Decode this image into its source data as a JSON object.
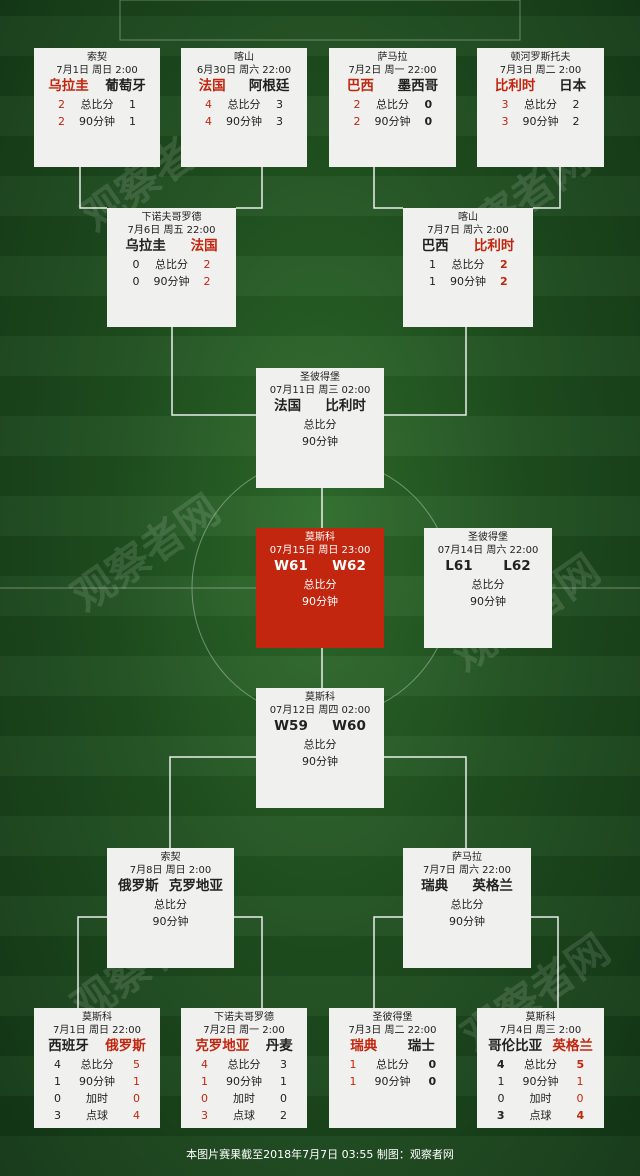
{
  "r16_top": [
    {
      "venue": "索契",
      "date": "7月1日 周日 2:00",
      "home": "乌拉圭",
      "away": "葡萄牙",
      "home_win": true,
      "away_win": false,
      "rows": [
        {
          "l": "2",
          "label": "总比分",
          "r": "1"
        },
        {
          "l": "2",
          "label": "90分钟",
          "r": "1"
        }
      ]
    },
    {
      "venue": "喀山",
      "date": "6月30日 周六 22:00",
      "home": "法国",
      "away": "阿根廷",
      "home_win": true,
      "away_win": false,
      "rows": [
        {
          "l": "4",
          "label": "总比分",
          "r": "3"
        },
        {
          "l": "4",
          "label": "90分钟",
          "r": "3"
        }
      ]
    },
    {
      "venue": "萨马拉",
      "date": "7月2日 周一 22:00",
      "home": "巴西",
      "away": "墨西哥",
      "home_win": true,
      "away_win": false,
      "rows": [
        {
          "l": "2",
          "label": "总比分",
          "r": "0"
        },
        {
          "l": "2",
          "label": "90分钟",
          "r": "0"
        }
      ]
    },
    {
      "venue": "顿河罗斯托夫",
      "date": "7月3日 周二 2:00",
      "home": "比利时",
      "away": "日本",
      "home_win": true,
      "away_win": false,
      "rows": [
        {
          "l": "3",
          "label": "总比分",
          "r": "2"
        },
        {
          "l": "3",
          "label": "90分钟",
          "r": "2"
        }
      ]
    }
  ],
  "qf_top": [
    {
      "venue": "下诺夫哥罗德",
      "date": "7月6日 周五 22:00",
      "home": "乌拉圭",
      "away": "法国",
      "home_win": false,
      "away_win": true,
      "rows": [
        {
          "l": "0",
          "label": "总比分",
          "r": "2"
        },
        {
          "l": "0",
          "label": "90分钟",
          "r": "2"
        }
      ]
    },
    {
      "venue": "喀山",
      "date": "7月7日 周六 2:00",
      "home": "巴西",
      "away": "比利时",
      "home_win": false,
      "away_win": true,
      "rows": [
        {
          "l": "1",
          "label": "总比分",
          "r": "2"
        },
        {
          "l": "1",
          "label": "90分钟",
          "r": "2"
        }
      ]
    }
  ],
  "sf_top": {
    "venue": "圣彼得堡",
    "date": "07月11日 周三 02:00",
    "home": "法国",
    "away": "比利时",
    "s1": "总比分",
    "s2": "90分钟"
  },
  "final": {
    "venue": "莫斯科",
    "date": "07月15日 周日 23:00",
    "home": "W61",
    "away": "W62",
    "s1": "总比分",
    "s2": "90分钟"
  },
  "third": {
    "venue": "圣彼得堡",
    "date": "07月14日 周六 22:00",
    "home": "L61",
    "away": "L62",
    "s1": "总比分",
    "s2": "90分钟"
  },
  "sf_bottom": {
    "venue": "莫斯科",
    "date": "07月12日 周四 02:00",
    "home": "W59",
    "away": "W60",
    "s1": "总比分",
    "s2": "90分钟"
  },
  "qf_bottom": [
    {
      "venue": "索契",
      "date": "7月8日 周日 2:00",
      "home": "俄罗斯",
      "away": "克罗地亚",
      "s1": "总比分",
      "s2": "90分钟"
    },
    {
      "venue": "萨马拉",
      "date": "7月7日 周六 22:00",
      "home": "瑞典",
      "away": "英格兰",
      "s1": "总比分",
      "s2": "90分钟"
    }
  ],
  "r16_bottom": [
    {
      "venue": "莫斯科",
      "date": "7月1日 周日 22:00",
      "home": "西班牙",
      "away": "俄罗斯",
      "home_win": false,
      "away_win": true,
      "rows": [
        {
          "l": "4",
          "label": "总比分",
          "r": "5"
        },
        {
          "l": "1",
          "label": "90分钟",
          "r": "1"
        },
        {
          "l": "0",
          "label": "加时",
          "r": "0"
        },
        {
          "l": "3",
          "label": "点球",
          "r": "4"
        }
      ]
    },
    {
      "venue": "下诺夫哥罗德",
      "date": "7月2日 周一 2:00",
      "home": "克罗地亚",
      "away": "丹麦",
      "home_win": true,
      "away_win": false,
      "rows": [
        {
          "l": "4",
          "label": "总比分",
          "r": "3"
        },
        {
          "l": "1",
          "label": "90分钟",
          "r": "1"
        },
        {
          "l": "0",
          "label": "加时",
          "r": "0"
        },
        {
          "l": "3",
          "label": "点球",
          "r": "2"
        }
      ]
    },
    {
      "venue": "圣彼得堡",
      "date": "7月3日 周二 22:00",
      "home": "瑞典",
      "away": "瑞士",
      "home_win": true,
      "away_win": false,
      "rows": [
        {
          "l": "1",
          "label": "总比分",
          "r": "0"
        },
        {
          "l": "1",
          "label": "90分钟",
          "r": "0"
        }
      ]
    },
    {
      "venue": "莫斯科",
      "date": "7月4日 周三 2:00",
      "home": "哥伦比亚",
      "away": "英格兰",
      "home_win": false,
      "away_win": true,
      "rows": [
        {
          "l": "4",
          "label": "总比分",
          "r": "5"
        },
        {
          "l": "1",
          "label": "90分钟",
          "r": "1"
        },
        {
          "l": "0",
          "label": "加时",
          "r": "0"
        },
        {
          "l": "3",
          "label": "点球",
          "r": "4"
        }
      ]
    }
  ],
  "footer": "本图片赛果截至2018年7月7日 03:55 制图：观察者网",
  "watermark": "观察者网",
  "colors": {
    "win": "#c3260f",
    "final_card": "#c3260f",
    "card": "#f0f1ef",
    "pitch": "#1f4f1f"
  }
}
